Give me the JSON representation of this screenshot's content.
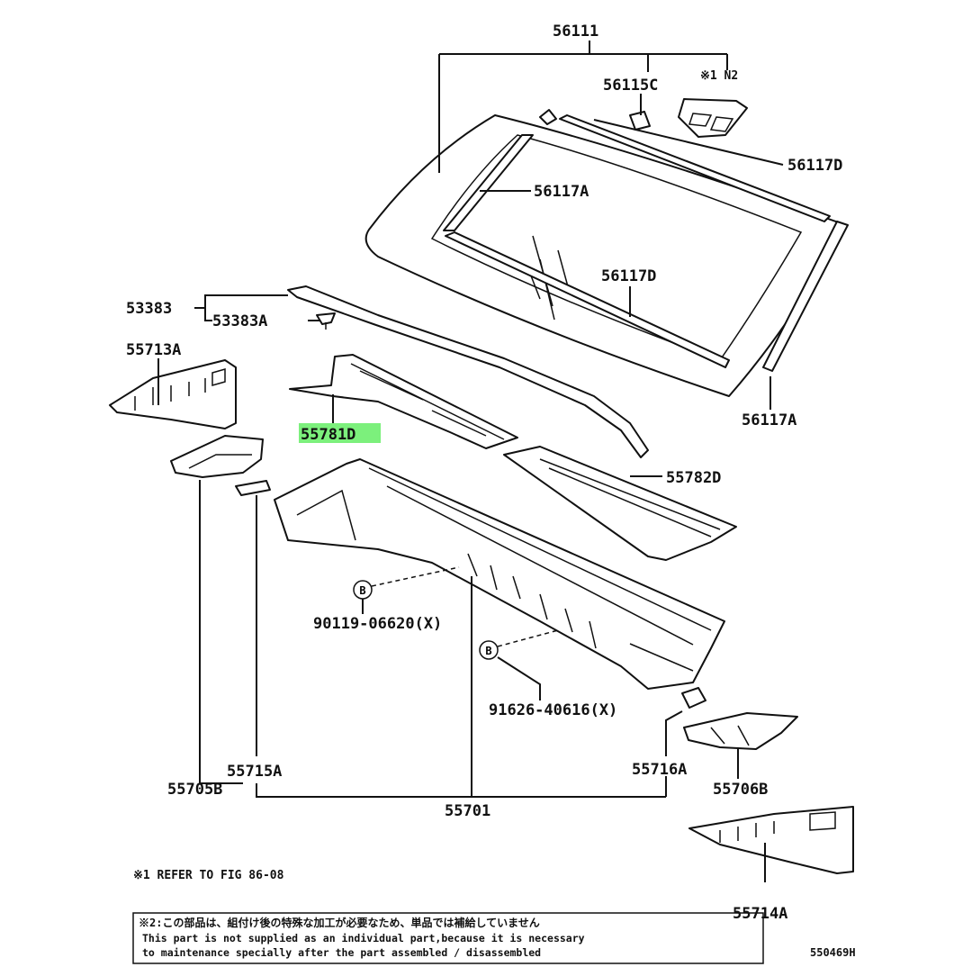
{
  "diagram": {
    "labels": {
      "p56111": "56111",
      "p56115C": "56115C",
      "p56117D_top": "56117D",
      "p56117A_mid": "56117A",
      "p56117D_mid": "56117D",
      "p56117A_right": "56117A",
      "p53383": "53383",
      "p53383A": "53383A",
      "p55713A": "55713A",
      "p55781D": "55781D",
      "p55782D": "55782D",
      "p90119": "90119-06620(X)",
      "p91626": "91626-40616(X)",
      "p55715A": "55715A",
      "p55705B": "55705B",
      "p55701": "55701",
      "p55716A": "55716A",
      "p55706B": "55706B",
      "p55714A": "55714A",
      "n2_tag": "※1 N2",
      "bolt_b1": "B",
      "bolt_b2": "B"
    },
    "highlight_color": "#7CF07C",
    "notes": {
      "refer": "※1 REFER TO FIG 86-08",
      "box_jp": "※2:この部品は、組付け後の特殊な加工が必要なため、単品では補給していません",
      "box_en1": "This part is not supplied as an individual part,because it is necessary",
      "box_en2": "to maintenance specially after the part assembled / disassembled"
    },
    "figure_code": "550469H"
  }
}
